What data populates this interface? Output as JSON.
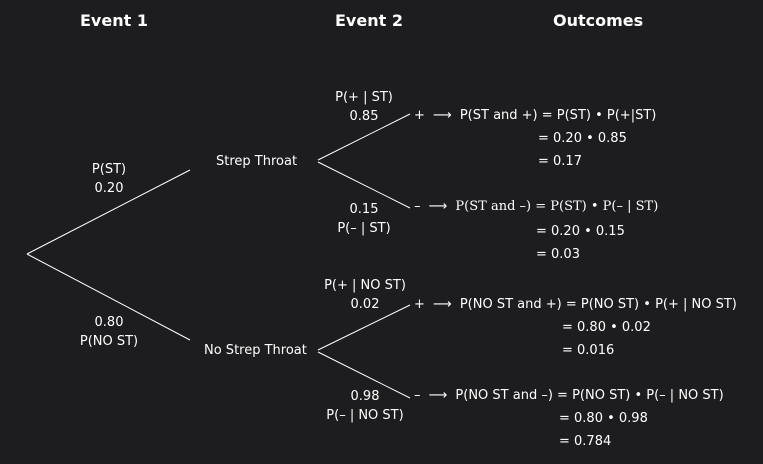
{
  "headers": {
    "event1": "Event 1",
    "event2": "Event 2",
    "outcomes": "Outcomes"
  },
  "event1": {
    "st": {
      "prob_label": "P(ST)",
      "prob_value": "0.20",
      "node": "Strep Throat"
    },
    "nost": {
      "prob_value": "0.80",
      "prob_label": "P(NO ST)",
      "node": "No Strep Throat"
    }
  },
  "event2": {
    "st_pos": {
      "label": "P(+ | ST)",
      "value": "0.85",
      "sign": "+"
    },
    "st_neg": {
      "value": "0.15",
      "label": "P(– | ST)",
      "sign": "–"
    },
    "nost_pos": {
      "label": "P(+ | NO ST)",
      "value": "0.02",
      "sign": "+"
    },
    "nost_neg": {
      "value": "0.98",
      "label": "P(– | NO ST)",
      "sign": "–"
    }
  },
  "arrow": "⟶",
  "outcomes": {
    "o1": {
      "line1": "P(ST and +) = P(ST) • P(+|ST)",
      "line2": "= 0.20 • 0.85",
      "line3": "= 0.17"
    },
    "o2": {
      "line1": "P(ST and –) = P(ST) • P(– | ST)",
      "line2": "= 0.20 • 0.15",
      "line3": "= 0.03"
    },
    "o3": {
      "line1": "P(NO ST and +) = P(NO ST) • P(+ | NO ST)",
      "line2": "= 0.80 • 0.02",
      "line3": "= 0.016"
    },
    "o4": {
      "line1": "P(NO ST and –) = P(NO ST) • P(– | NO ST)",
      "line2": "= 0.80 • 0.98",
      "line3": "= 0.784"
    }
  }
}
